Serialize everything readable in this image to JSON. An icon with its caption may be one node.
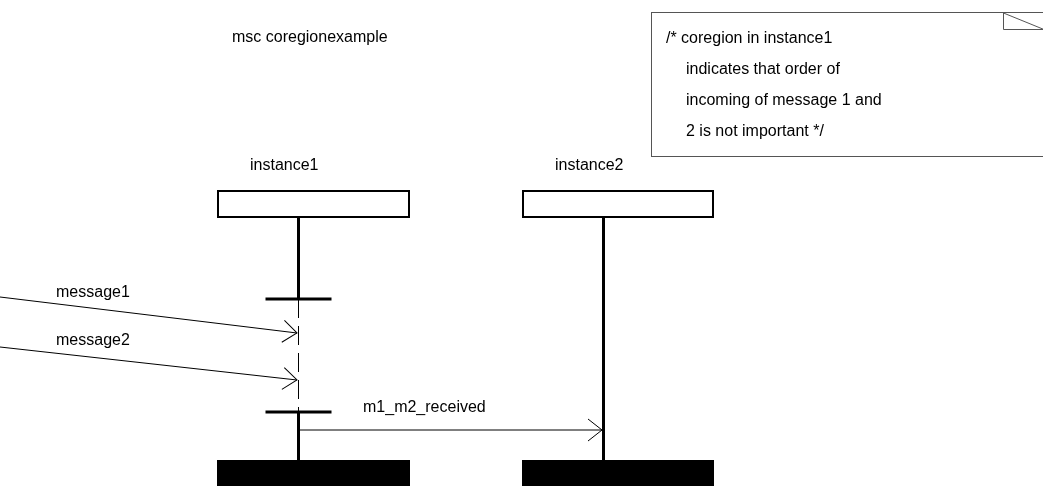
{
  "diagram": {
    "title": "msc coregionexample",
    "nodes": [
      {
        "text": [
          "instance1"
        ]
      },
      {
        "text": [
          "instance2"
        ]
      },
      {
        "text": [
          "/* coregion in instance1 indicates that order of incoming of message 1 and 2 is not important */"
        ]
      },
      {
        "text": [],
        "shape": "bar"
      },
      {
        "text": [],
        "shape": "bar"
      },
      {
        "text": [],
        "shape": "bar"
      },
      {
        "text": [],
        "shape": "bar"
      }
    ],
    "edges": [
      {
        "from": null,
        "to": 3,
        "arrow": "to",
        "label": "message1"
      },
      {
        "from": null,
        "to": 3,
        "arrow": "to",
        "label": "message2"
      },
      {
        "from": 3,
        "to": 4,
        "arrow": "to",
        "label": "m1_m2_received"
      }
    ]
  }
}
